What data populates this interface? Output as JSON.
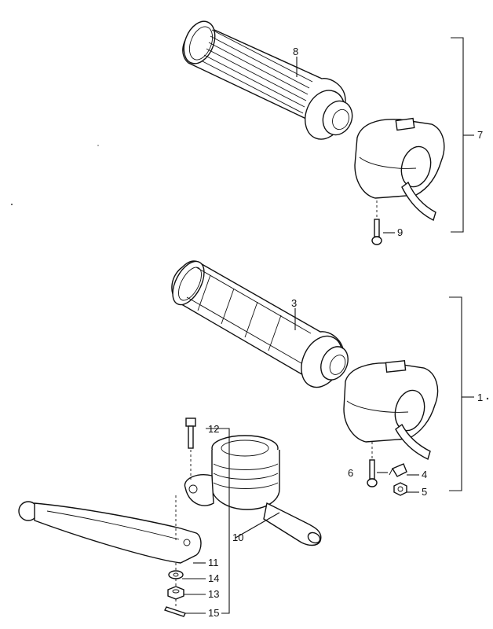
{
  "labels": {
    "l1": "1",
    "l3": "3",
    "l4": "4",
    "l5": "5",
    "l6": "6",
    "l7": "7",
    "l8": "8",
    "l9": "9",
    "l10": "10",
    "l11": "11",
    "l12": "12",
    "l13": "13",
    "l14": "14",
    "l15": "15"
  }
}
